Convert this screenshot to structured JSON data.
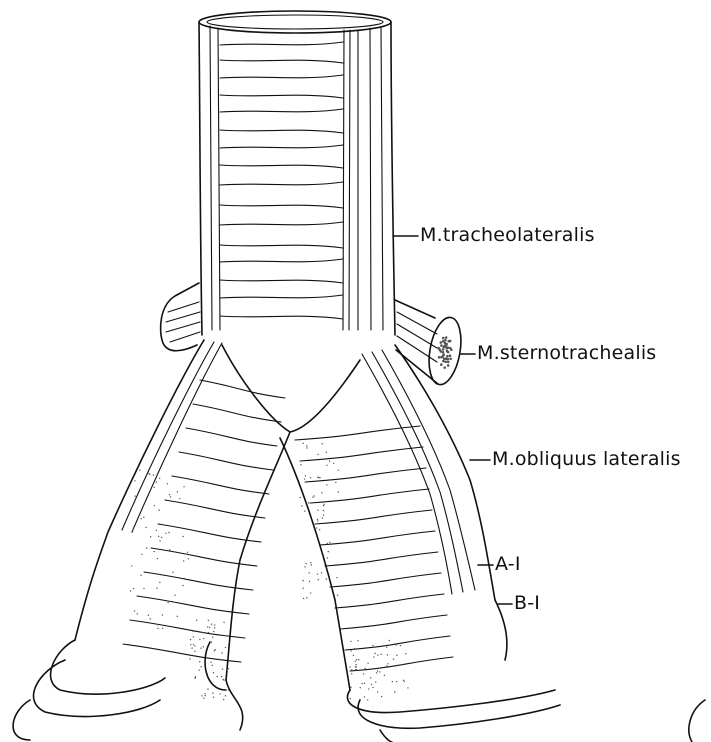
{
  "labels": {
    "tracheolateralis": "M.tracheolateralis",
    "sternotrachealis": "M.sternotrachealis",
    "obliquus": "M.obliquus lateralis",
    "a1": "A-I",
    "b1": "B-I"
  }
}
